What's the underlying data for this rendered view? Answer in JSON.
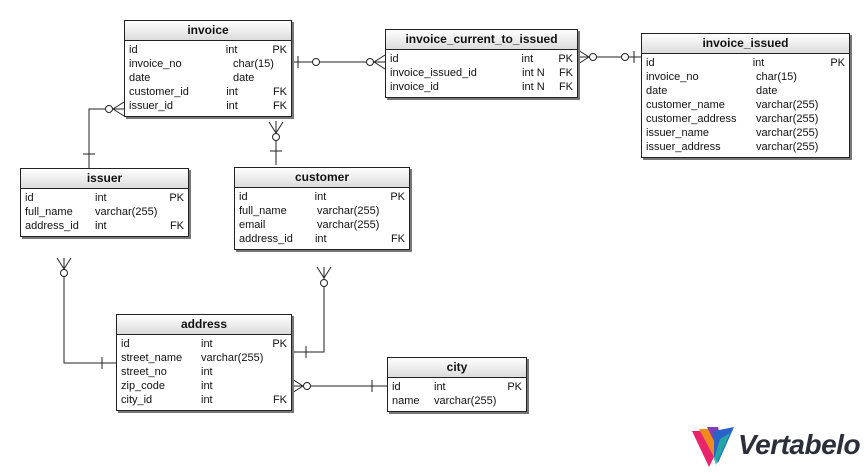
{
  "diagram": {
    "brand": "Vertabelo",
    "entities": {
      "invoice": {
        "name": "invoice",
        "columns": [
          {
            "name": "id",
            "type": "int",
            "key": "PK"
          },
          {
            "name": "invoice_no",
            "type": "char(15)",
            "key": ""
          },
          {
            "name": "date",
            "type": "date",
            "key": ""
          },
          {
            "name": "customer_id",
            "type": "int",
            "key": "FK"
          },
          {
            "name": "issuer_id",
            "type": "int",
            "key": "FK"
          }
        ]
      },
      "invoice_current_to_issued": {
        "name": "invoice_current_to_issued",
        "columns": [
          {
            "name": "id",
            "type": "int",
            "key": "PK"
          },
          {
            "name": "invoice_issued_id",
            "type": "int N",
            "key": "FK"
          },
          {
            "name": "invoice_id",
            "type": "int N",
            "key": "FK"
          }
        ]
      },
      "invoice_issued": {
        "name": "invoice_issued",
        "columns": [
          {
            "name": "id",
            "type": "int",
            "key": "PK"
          },
          {
            "name": "invoice_no",
            "type": "char(15)",
            "key": ""
          },
          {
            "name": "date",
            "type": "date",
            "key": ""
          },
          {
            "name": "customer_name",
            "type": "varchar(255)",
            "key": ""
          },
          {
            "name": "customer_address",
            "type": "varchar(255)",
            "key": ""
          },
          {
            "name": "issuer_name",
            "type": "varchar(255)",
            "key": ""
          },
          {
            "name": "issuer_address",
            "type": "varchar(255)",
            "key": ""
          }
        ]
      },
      "issuer": {
        "name": "issuer",
        "columns": [
          {
            "name": "id",
            "type": "int",
            "key": "PK"
          },
          {
            "name": "full_name",
            "type": "varchar(255)",
            "key": ""
          },
          {
            "name": "address_id",
            "type": "int",
            "key": "FK"
          }
        ]
      },
      "customer": {
        "name": "customer",
        "columns": [
          {
            "name": "id",
            "type": "int",
            "key": "PK"
          },
          {
            "name": "full_name",
            "type": "varchar(255)",
            "key": ""
          },
          {
            "name": "email",
            "type": "varchar(255)",
            "key": ""
          },
          {
            "name": "address_id",
            "type": "int",
            "key": "FK"
          }
        ]
      },
      "address": {
        "name": "address",
        "columns": [
          {
            "name": "id",
            "type": "int",
            "key": "PK"
          },
          {
            "name": "street_name",
            "type": "varchar(255)",
            "key": ""
          },
          {
            "name": "street_no",
            "type": "int",
            "key": ""
          },
          {
            "name": "zip_code",
            "type": "int",
            "key": ""
          },
          {
            "name": "city_id",
            "type": "int",
            "key": "FK"
          }
        ]
      },
      "city": {
        "name": "city",
        "columns": [
          {
            "name": "id",
            "type": "int",
            "key": "PK"
          },
          {
            "name": "name",
            "type": "varchar(255)",
            "key": ""
          }
        ]
      }
    }
  }
}
